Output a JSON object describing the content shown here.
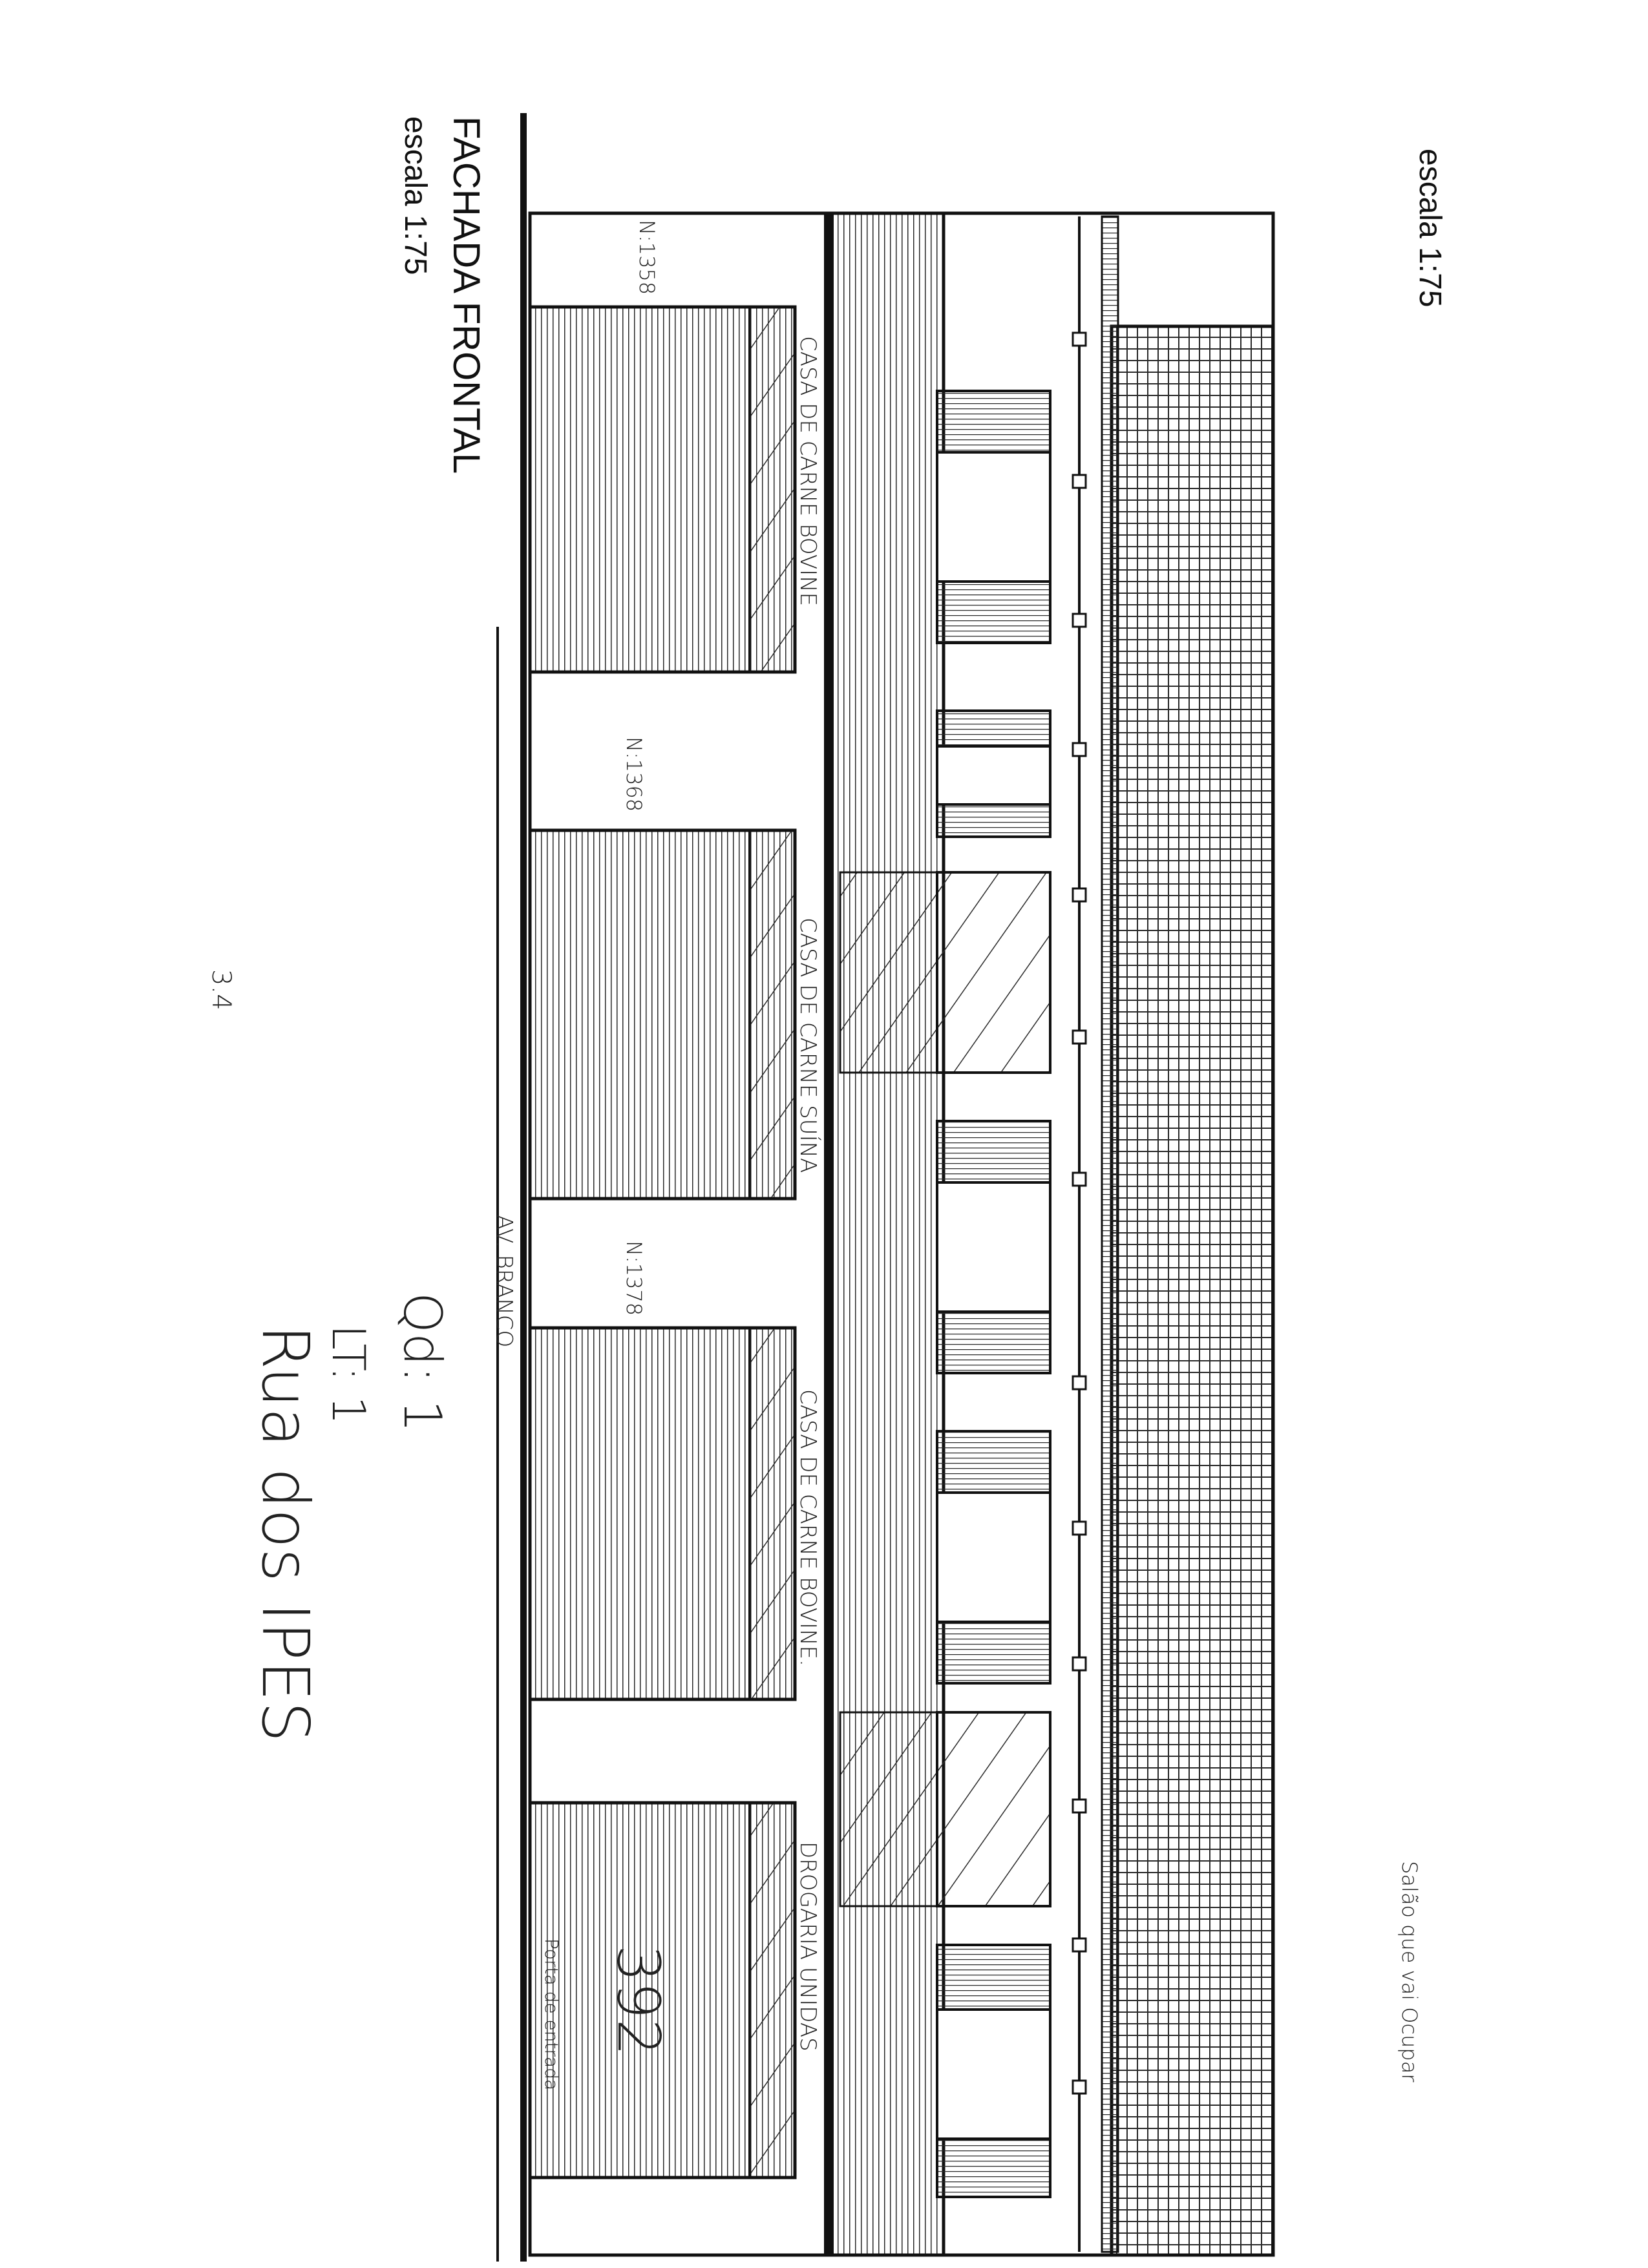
{
  "sheet": {
    "title": "FACHADA FRONTAL",
    "scale_left": "escala 1:75",
    "scale_right": "escala 1:75"
  },
  "shops": [
    {
      "name": "CASA DE CARNE BOVINE",
      "number": "N:1358"
    },
    {
      "name": "CASA DE CARNE SUÍNA",
      "number": "N:1368"
    },
    {
      "name": "CASA DE CARNE BOVINE.",
      "number": "N:1378"
    },
    {
      "name": "DROGARIA UNIDAS",
      "number": ""
    }
  ],
  "street": "AV. BRANCO",
  "annotations": {
    "qd": "Qd: 1",
    "lt": "LT: 1",
    "rua": "Rua dos IPES",
    "lot_number": "392",
    "side_note": "Salão que vai Ocupar",
    "small_note": "Porta de entrada",
    "mark": "3.4"
  },
  "colors": {
    "line": "#111111",
    "hatch": "#2a2a2a",
    "paper": "#ffffff"
  }
}
